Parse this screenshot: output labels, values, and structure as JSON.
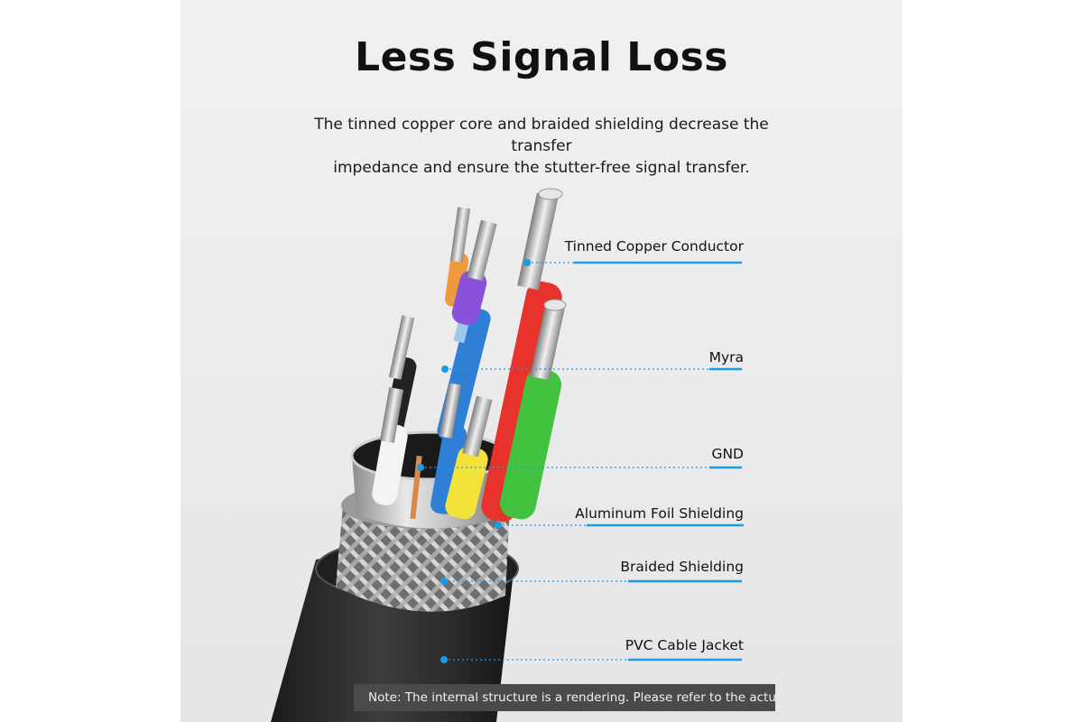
{
  "header": {
    "title": "Less Signal Loss",
    "subtitle_line1": "The tinned copper core and braided shielding decrease the transfer",
    "subtitle_line2": "impedance and ensure the stutter-free signal transfer."
  },
  "callouts": [
    {
      "label": "Tinned Copper Conductor"
    },
    {
      "label": "Myra"
    },
    {
      "label": "GND"
    },
    {
      "label": "Aluminum Foil Shielding"
    },
    {
      "label": "Braided Shielding"
    },
    {
      "label": "PVC Cable Jacket"
    }
  ],
  "note": {
    "text": "Note: The internal structure is a rendering. Please refer to the actual product"
  },
  "colors": {
    "accent": "#1a9be6",
    "wire_red": "#e8322c",
    "wire_green": "#43c23f",
    "wire_purple": "#8a52d8",
    "wire_orange": "#f09a3e",
    "wire_yellow": "#f3e23a",
    "wire_blue": "#2f7fd6",
    "jacket": "#2e2e2e"
  }
}
